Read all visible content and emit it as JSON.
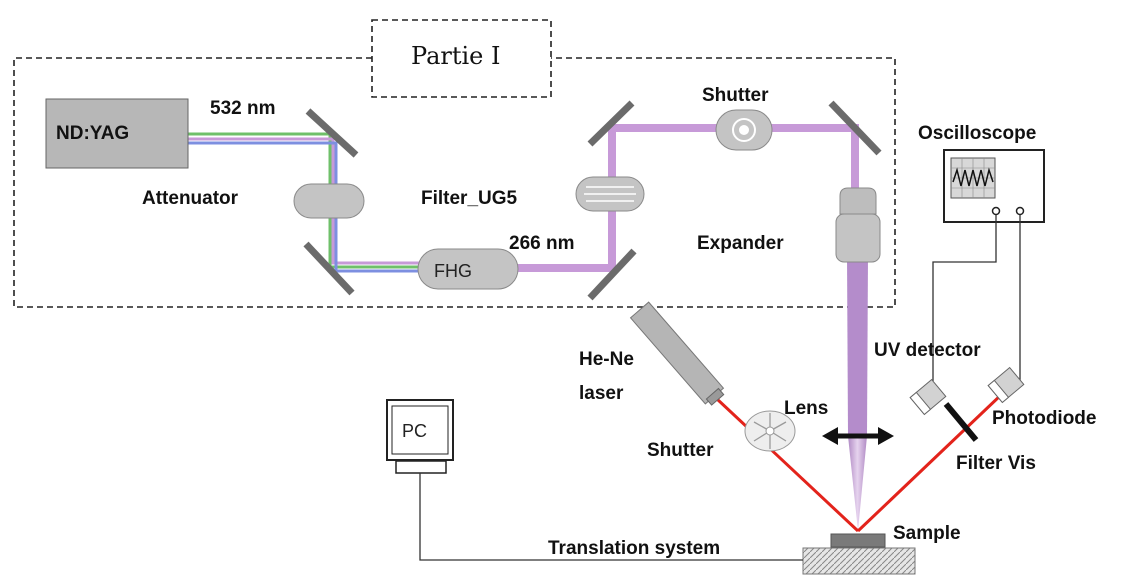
{
  "section_title": "Partie I",
  "colors": {
    "uv_beam": "#c79ad8",
    "green_beam": "#6fc06a",
    "blue_beam": "#7d8fe0",
    "red_beam": "#e3231b",
    "component_fill": "#c4c4c4",
    "mirror": "#6d6d6d"
  },
  "labels": {
    "laser": "ND:YAG",
    "wl_532": "532 nm",
    "attenuator": "Attenuator",
    "fhg": "FHG",
    "wl_266": "266 nm",
    "filter_ug5": "Filter_UG5",
    "shutter_top": "Shutter",
    "expander": "Expander",
    "oscilloscope": "Oscilloscope",
    "uv_detector": "UV detector",
    "photodiode": "Photodiode",
    "filter_vis": "Filter Vis",
    "he_ne_line1": "He-Ne",
    "he_ne_line2": "laser",
    "lens": "Lens",
    "shutter_bottom": "Shutter",
    "pc": "PC",
    "sample": "Sample",
    "translation": "Translation system"
  }
}
